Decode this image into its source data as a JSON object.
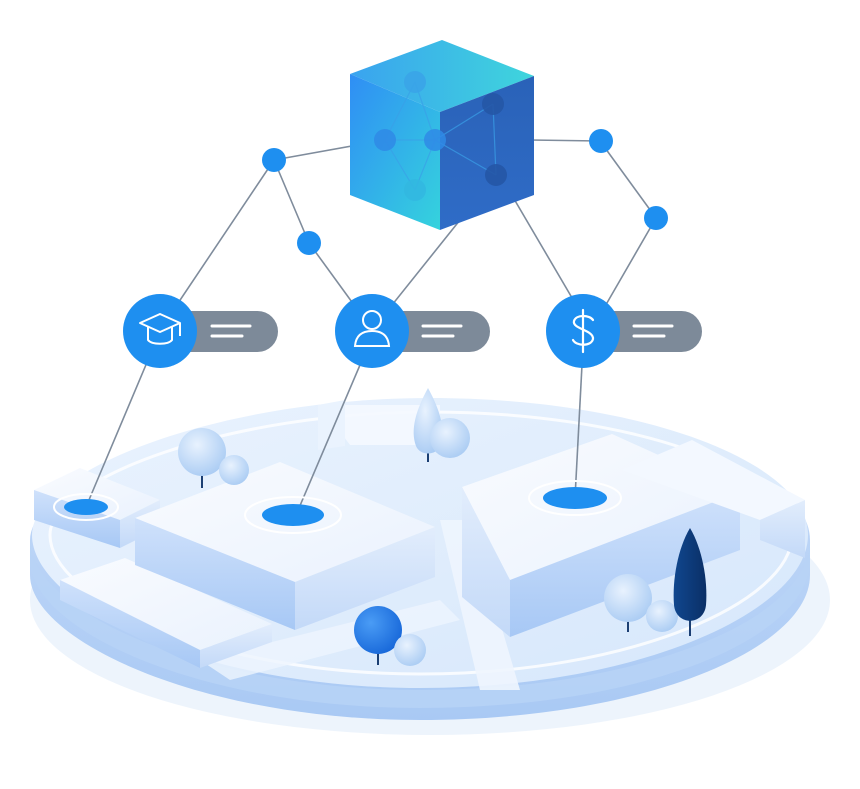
{
  "illustration": {
    "cube": {
      "icon": "blockchain-cube-icon"
    },
    "badges": [
      {
        "name": "education",
        "icon": "graduation-cap-icon"
      },
      {
        "name": "identity",
        "icon": "user-icon"
      },
      {
        "name": "finance",
        "icon": "dollar-sign-icon"
      }
    ]
  },
  "colors": {
    "node_blue": "#1e8ff0",
    "line_gray": "#7f8c9c",
    "pill_gray": "#7d8a99",
    "platform": "#dbe9fb",
    "tree_dark": "#0d3d80"
  }
}
